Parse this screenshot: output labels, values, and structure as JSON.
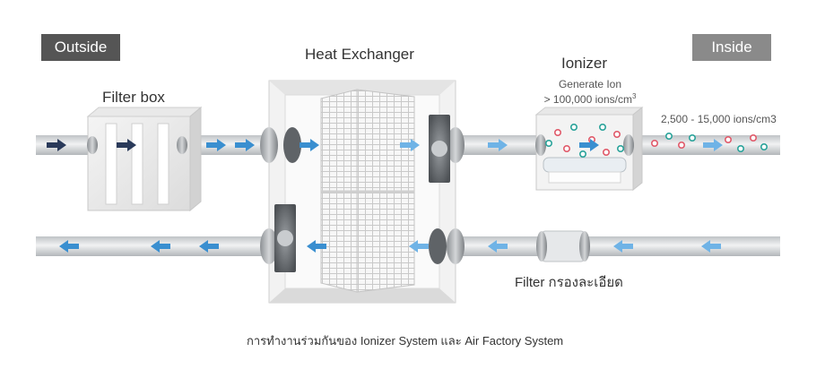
{
  "labels": {
    "outside": "Outside",
    "inside": "Inside",
    "heat_exchanger": "Heat Exchanger",
    "ionizer": "Ionizer",
    "filter_box": "Filter box",
    "generate_ion": "Generate Ion",
    "ion_count_prefix": "> 100,000 ions/cm",
    "ion_count_sup": "3",
    "inside_ion_range": "2,500 - 15,000 ions/cm3",
    "filter_thai": "Filter กรองละเอียด",
    "caption": "การทำงานร่วมกันของ Ionizer System และ Air Factory System"
  },
  "colors": {
    "tag_outside": "#555555",
    "tag_inside": "#8a8a8a",
    "arrow_blue": "#3a8fd0",
    "arrow_light": "#6fb3e6",
    "arrow_dark": "#2a3a5a",
    "ion_red": "#e05a6a",
    "ion_teal": "#2aa39a"
  }
}
